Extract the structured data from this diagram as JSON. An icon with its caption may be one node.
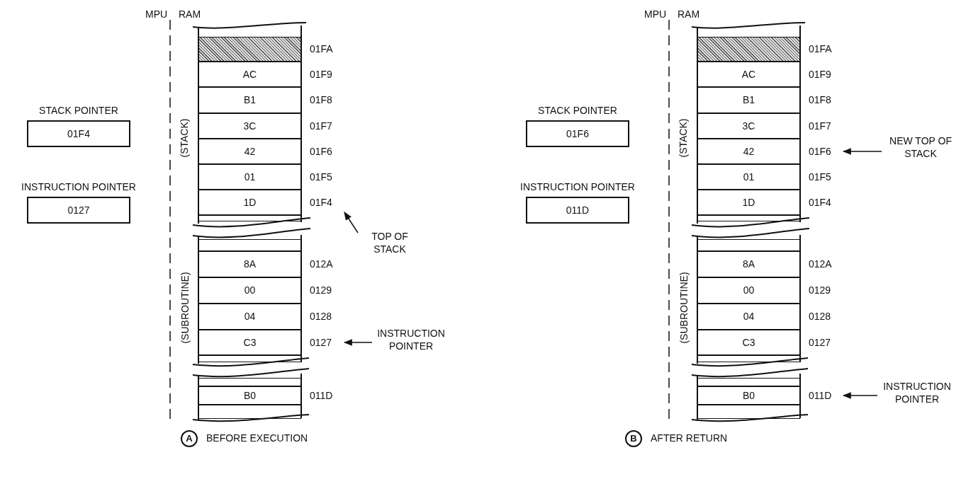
{
  "diagram": {
    "nodes": [
      {
        "text": [
          "STACK POINTER",
          "01F4"
        ]
      },
      {
        "text": [
          "INSTRUCTION POINTER",
          "0127"
        ]
      },
      {
        "text": [],
        "shape": "box",
        "beside": [
          "01FA"
        ]
      },
      {
        "text": [
          "AC"
        ],
        "beside": [
          "01F9"
        ]
      },
      {
        "text": [
          "B1"
        ],
        "beside": [
          "01F8"
        ]
      },
      {
        "text": [
          "3C"
        ],
        "beside": [
          "01F7"
        ]
      },
      {
        "text": [
          "42"
        ],
        "beside": [
          "01F6"
        ]
      },
      {
        "text": [
          "01"
        ],
        "beside": [
          "01F5"
        ]
      },
      {
        "text": [
          "1D"
        ],
        "beside": [
          "01F4"
        ]
      },
      {
        "text": [],
        "shape": "box"
      },
      {
        "text": [],
        "shape": "box"
      },
      {
        "text": [
          "8A"
        ],
        "beside": [
          "012A"
        ]
      },
      {
        "text": [
          "00"
        ],
        "beside": [
          "0129"
        ]
      },
      {
        "text": [
          "04"
        ],
        "beside": [
          "0128"
        ]
      },
      {
        "text": [
          "C3"
        ],
        "beside": [
          "0127"
        ]
      },
      {
        "text": [],
        "shape": "box"
      },
      {
        "text": [],
        "shape": "box"
      },
      {
        "text": [
          "B0"
        ],
        "beside": [
          "011D"
        ]
      },
      {
        "text": [],
        "shape": "box"
      },
      {
        "text": [
          "TOP OF STACK"
        ]
      },
      {
        "text": [
          "INSTRUCTION POINTER"
        ]
      },
      {
        "text": [
          "A"
        ],
        "beside": [
          "BEFORE EXECUTION"
        ]
      },
      {
        "text": [
          "STACK POINTER",
          "01F6"
        ]
      },
      {
        "text": [
          "INSTRUCTION POINTER",
          "011D"
        ]
      },
      {
        "text": [],
        "shape": "box",
        "beside": [
          "01FA"
        ]
      },
      {
        "text": [
          "AC"
        ],
        "beside": [
          "01F9"
        ]
      },
      {
        "text": [
          "B1"
        ],
        "beside": [
          "01F8"
        ]
      },
      {
        "text": [
          "3C"
        ],
        "beside": [
          "01F7"
        ]
      },
      {
        "text": [
          "42"
        ],
        "beside": [
          "01F6"
        ]
      },
      {
        "text": [
          "01"
        ],
        "beside": [
          "01F5"
        ]
      },
      {
        "text": [
          "1D"
        ],
        "beside": [
          "01F4"
        ]
      },
      {
        "text": [],
        "shape": "box"
      },
      {
        "text": [],
        "shape": "box"
      },
      {
        "text": [
          "8A"
        ],
        "beside": [
          "012A"
        ]
      },
      {
        "text": [
          "00"
        ],
        "beside": [
          "0129"
        ]
      },
      {
        "text": [
          "04"
        ],
        "beside": [
          "0128"
        ]
      },
      {
        "text": [
          "C3"
        ],
        "beside": [
          "0127"
        ]
      },
      {
        "text": [],
        "shape": "box"
      },
      {
        "text": [],
        "shape": "box"
      },
      {
        "text": [
          "B0"
        ],
        "beside": [
          "011D"
        ]
      },
      {
        "text": [],
        "shape": "box"
      },
      {
        "text": [
          "NEW TOP OF STACK"
        ]
      },
      {
        "text": [
          "INSTRUCTION POINTER"
        ]
      },
      {
        "text": [
          "B"
        ],
        "beside": [
          "AFTER RETURN"
        ]
      }
    ],
    "edges": [
      {
        "from": 19,
        "to": 8,
        "arrow": "to"
      },
      {
        "from": 20,
        "to": 14,
        "arrow": "to"
      },
      {
        "from": 41,
        "to": 28,
        "arrow": "to"
      },
      {
        "from": 42,
        "to": 39,
        "arrow": "to"
      }
    ],
    "labels": [
      "MPU",
      "RAM",
      "(STACK)",
      "(SUBROUTINE)",
      "MPU",
      "RAM",
      "(STACK)",
      "(SUBROUTINE)"
    ]
  }
}
